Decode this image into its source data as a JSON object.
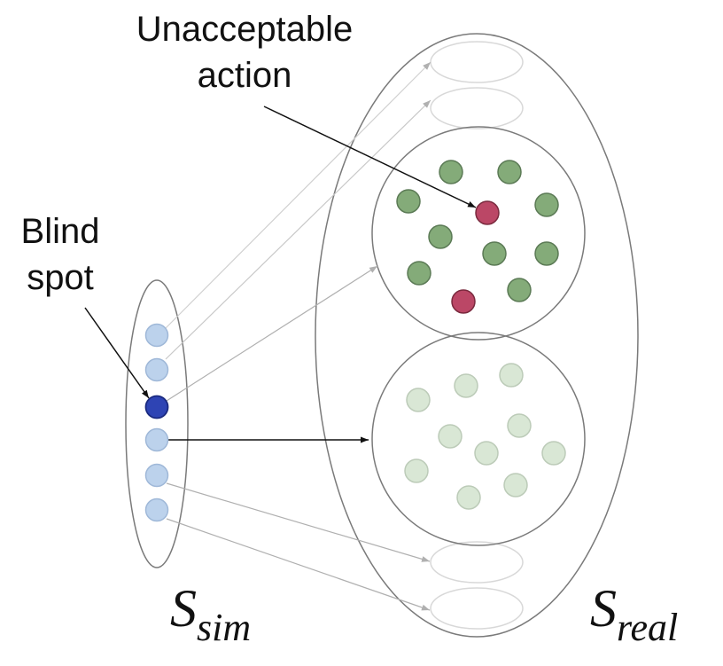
{
  "labels": {
    "unacceptable_line1": "Unacceptable",
    "unacceptable_line2": "action",
    "blind_line1": "Blind",
    "blind_line2": "spot",
    "s_sim_main": "S",
    "s_sim_sub": "sim",
    "s_real_main": "S",
    "s_real_sub": "real"
  },
  "colors": {
    "outline": "#7a7a7a",
    "sim_state": "#bcd2ec",
    "sim_state_stroke": "#9fb8d8",
    "blind_spot": "#2e44b4",
    "green_node": "#84ab79",
    "green_node_stroke": "#5b7a55",
    "faded_green": "#d9e7d5",
    "faded_green_stroke": "#bccbb8",
    "red_node": "#bb4766",
    "red_node_stroke": "#7a2a3e",
    "faint_ellipse": "#d8d8d8",
    "arrow_grey": "#a8a8a8",
    "arrow_black": "#111111"
  }
}
